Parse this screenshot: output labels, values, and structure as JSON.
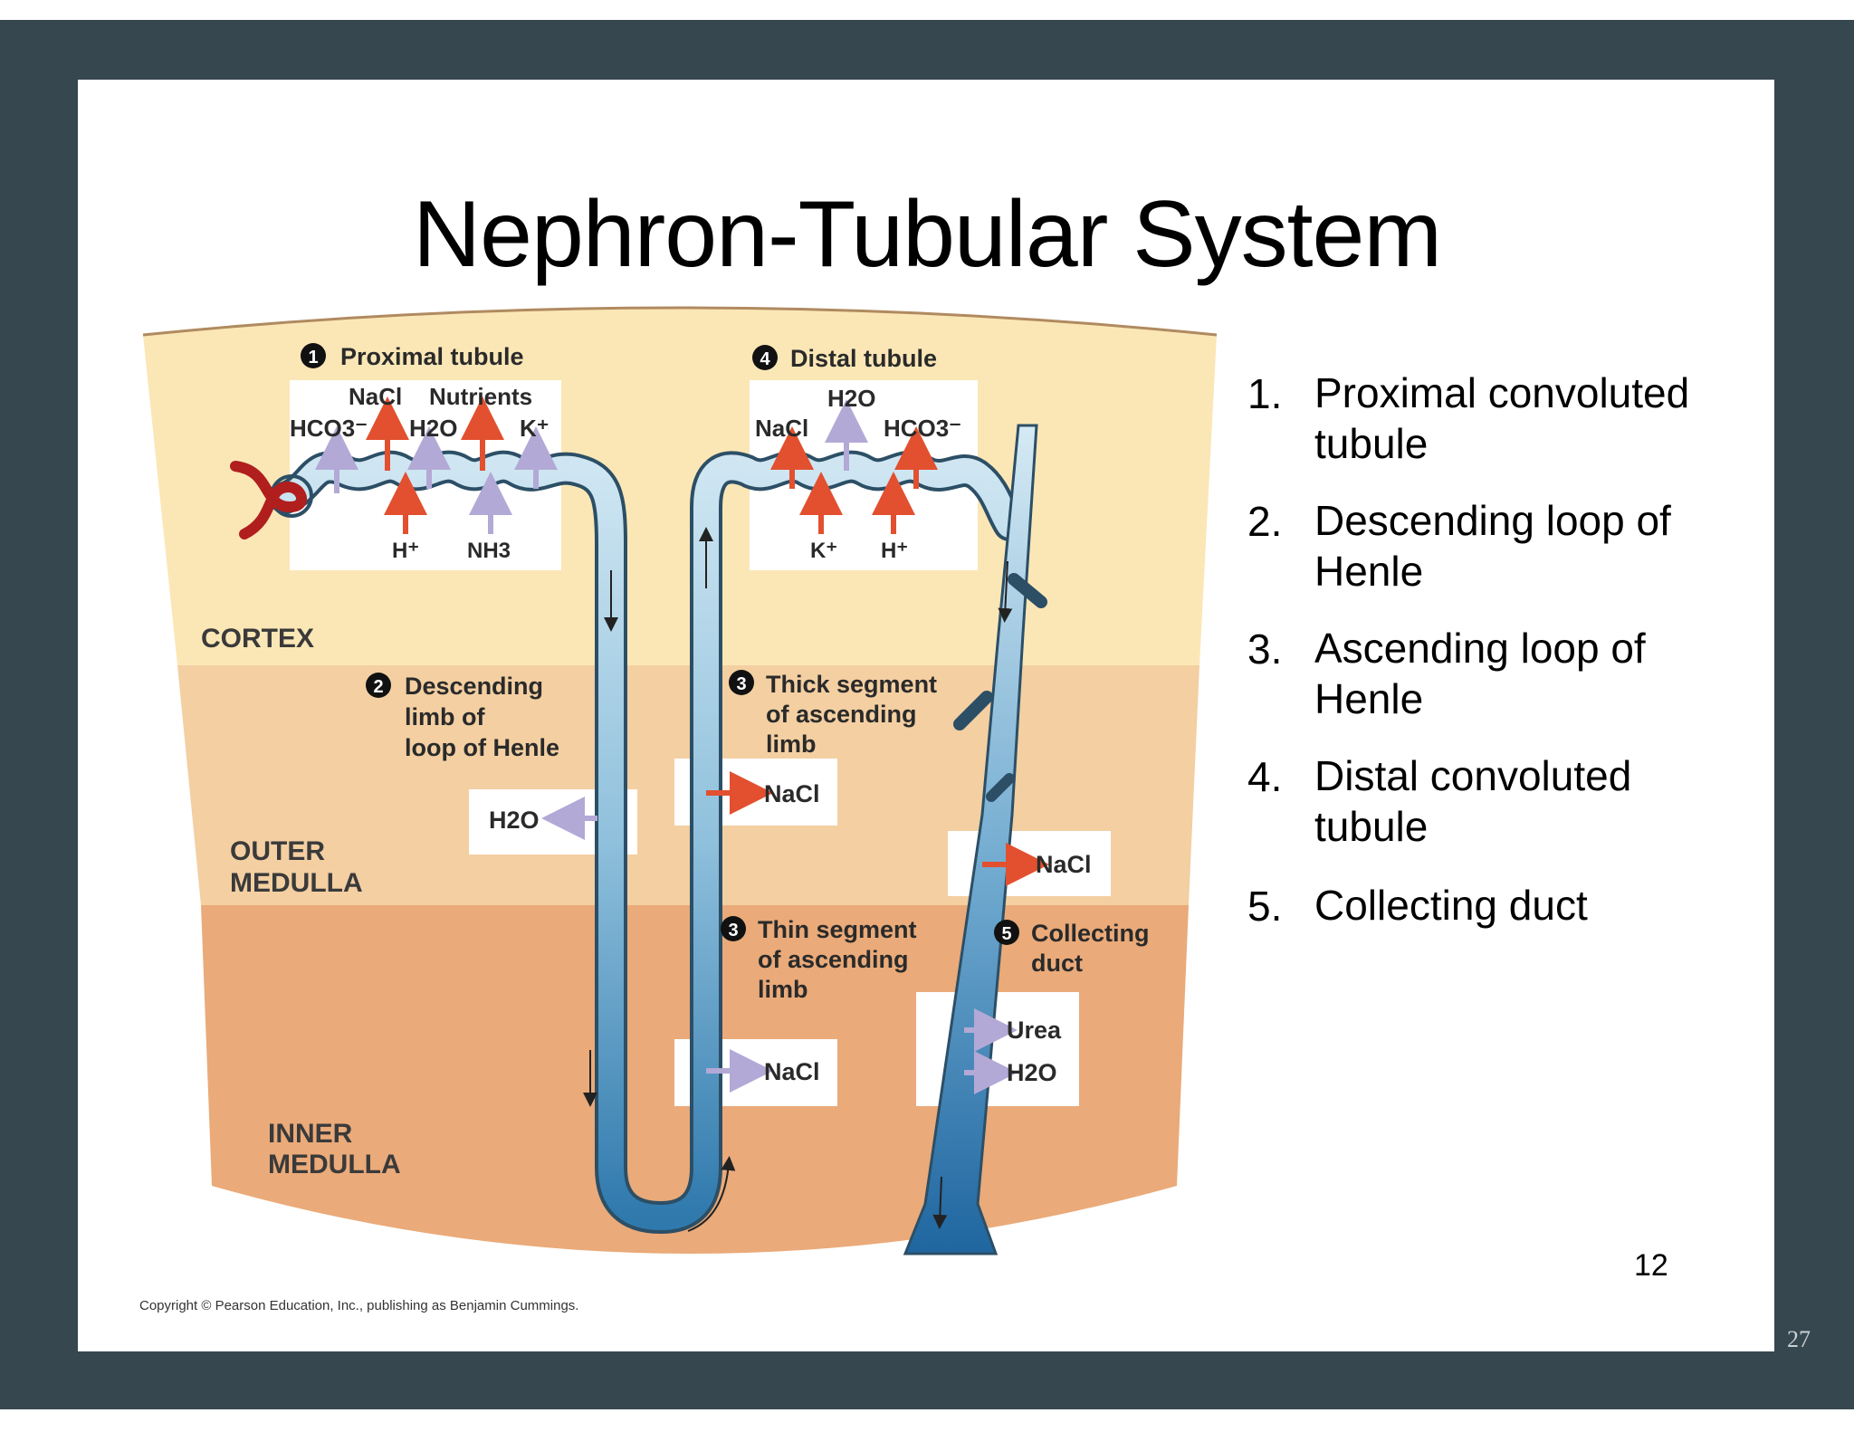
{
  "title": "Nephron-Tubular System",
  "list": [
    {
      "number": "1.",
      "lines": [
        "Proximal convoluted",
        "tubule"
      ]
    },
    {
      "number": "2.",
      "lines": [
        "Descending loop of",
        "Henle"
      ]
    },
    {
      "number": "3.",
      "lines": [
        "Ascending loop of",
        "Henle"
      ]
    },
    {
      "number": "4.",
      "lines": [
        "Distal convoluted",
        "tubule"
      ]
    },
    {
      "number": "5.",
      "lines": [
        "Collecting duct"
      ]
    }
  ],
  "slide_number": "12",
  "page_number": "27",
  "diagram": {
    "zones": {
      "cortex": "CORTEX",
      "outer_medulla": [
        "OUTER",
        "MEDULLA"
      ],
      "inner_medulla": [
        "INNER",
        "MEDULLA"
      ]
    },
    "segments": {
      "proximal": {
        "marker": "1",
        "label": "Proximal tubule"
      },
      "distal": {
        "marker": "4",
        "label": "Distal tubule"
      },
      "descending": {
        "marker": "2",
        "lines": [
          "Descending",
          "limb of",
          "loop of Henle"
        ]
      },
      "thick_ascending": {
        "marker": "3",
        "lines": [
          "Thick segment",
          "of ascending",
          "limb"
        ]
      },
      "thin_ascending": {
        "marker": "3",
        "lines": [
          "Thin segment",
          "of ascending",
          "limb"
        ]
      },
      "collecting": {
        "marker": "5",
        "lines": [
          "Collecting",
          "duct"
        ]
      }
    },
    "proximal_box": {
      "top_row": [
        "NaCl",
        "Nutrients"
      ],
      "mid_row": [
        "HCO3⁻",
        "H2O",
        "K⁺"
      ],
      "bottom_row": [
        "H⁺",
        "NH3"
      ]
    },
    "distal_box": {
      "top": "H2O",
      "mid_row": [
        "NaCl",
        "HCO3⁻"
      ],
      "bottom_row": [
        "K⁺",
        "H⁺"
      ]
    },
    "descending_box": "H2O",
    "thick_box": "NaCl",
    "thin_box": "NaCl",
    "outer_cd_box": "NaCl",
    "inner_cd_box": [
      "Urea",
      "H2O"
    ],
    "copyright": "Copyright © Pearson Education, Inc., publishing as Benjamin Cummings."
  }
}
